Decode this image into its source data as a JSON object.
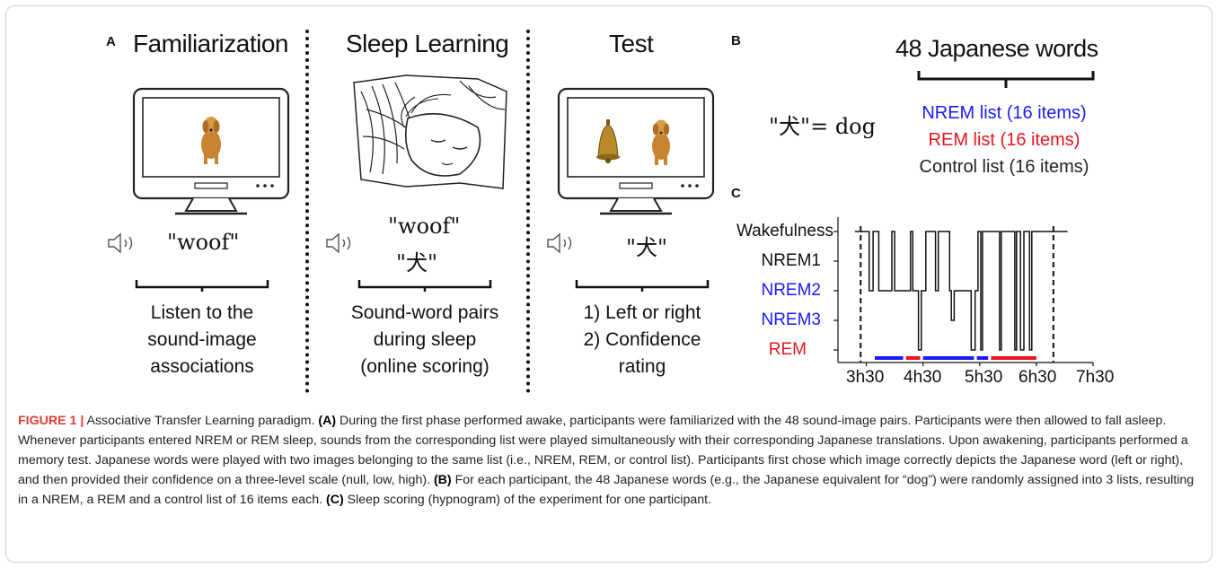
{
  "panel_a": {
    "label": "A",
    "columns": [
      {
        "title": "Familiarization",
        "sound": "\"woof\"",
        "word": "",
        "desc": [
          "Listen to the",
          "sound-image",
          "associations"
        ]
      },
      {
        "title": "Sleep Learning",
        "sound": "\"woof\"",
        "word": "\"犬\"",
        "desc": [
          "Sound-word pairs",
          "during sleep",
          "(online scoring)"
        ]
      },
      {
        "title": "Test",
        "sound": "",
        "word": "\"犬\"",
        "desc": [
          "1) Left or right",
          "2) Confidence",
          "rating"
        ]
      }
    ],
    "icons": [
      "dog-image",
      "sleeping-person-drawing",
      "bell-image",
      "speaker-icon",
      "monitor-icon"
    ]
  },
  "panel_b": {
    "label": "B",
    "title": "48 Japanese words",
    "equation": "\"犬\"= dog",
    "lists": [
      {
        "text": "NREM list (16 items)",
        "color": "#1a1aff"
      },
      {
        "text": "REM list (16 items)",
        "color": "#e8141e"
      },
      {
        "text": "Control list (16 items)",
        "color": "#222222"
      }
    ]
  },
  "panel_c": {
    "label": "C",
    "stage_labels": [
      {
        "text": "Wakefulness",
        "color": "#111111"
      },
      {
        "text": "NREM1",
        "color": "#111111"
      },
      {
        "text": "NREM2",
        "color": "#1a1aff"
      },
      {
        "text": "NREM3",
        "color": "#1a1aff"
      },
      {
        "text": "REM",
        "color": "#e8141e"
      }
    ],
    "x_ticks": [
      "3h30",
      "4h30",
      "5h30",
      "6h30",
      "7h30"
    ],
    "chart_data": {
      "type": "line",
      "title": "",
      "xlabel": "",
      "ylabel": "",
      "x_ticks": [
        "3h30",
        "4h30",
        "5h30",
        "6h30",
        "7h30"
      ],
      "y_categories": [
        "Wakefulness",
        "NREM1",
        "NREM2",
        "NREM3",
        "REM"
      ],
      "series": [
        {
          "x": [
            3.3,
            3.55,
            3.55,
            3.62,
            3.62,
            3.72,
            3.72,
            3.95,
            3.95,
            4.0,
            4.0,
            4.28,
            4.28,
            4.32,
            4.32,
            4.42,
            4.42,
            4.47,
            4.47,
            4.55,
            4.55,
            4.72,
            4.72,
            4.77,
            4.77,
            4.97,
            4.97,
            5.0,
            5.0,
            5.05,
            5.05,
            5.35,
            5.35,
            5.42,
            5.42,
            5.47,
            5.47,
            5.52,
            5.52,
            5.55,
            5.55,
            5.85,
            5.85,
            5.88,
            5.88,
            6.12,
            6.12,
            6.15,
            6.15,
            6.22,
            6.22,
            6.28,
            6.28,
            6.38,
            6.38,
            6.42,
            6.42,
            6.52,
            6.52,
            6.55,
            6.55,
            6.78,
            6.78,
            7.05
          ],
          "y": [
            "Wakefulness",
            "Wakefulness",
            "NREM2",
            "NREM2",
            "Wakefulness",
            "Wakefulness",
            "NREM2",
            "NREM2",
            "Wakefulness",
            "Wakefulness",
            "NREM2",
            "NREM2",
            "Wakefulness",
            "Wakefulness",
            "NREM2",
            "NREM2",
            "REM",
            "REM",
            "NREM2",
            "NREM2",
            "Wakefulness",
            "Wakefulness",
            "NREM2",
            "NREM2",
            "Wakefulness",
            "Wakefulness",
            "NREM2",
            "NREM2",
            "NREM3",
            "NREM3",
            "NREM2",
            "NREM2",
            "REM",
            "REM",
            "NREM2",
            "NREM2",
            "Wakefulness",
            "Wakefulness",
            "REM",
            "REM",
            "Wakefulness",
            "Wakefulness",
            "REM",
            "REM",
            "Wakefulness",
            "Wakefulness",
            "REM",
            "REM",
            "Wakefulness",
            "Wakefulness",
            "REM",
            "REM",
            "Wakefulness",
            "Wakefulness",
            "REM",
            "REM",
            "Wakefulness",
            "Wakefulness",
            "Wakefulness",
            "Wakefulness",
            "Wakefulness",
            "Wakefulness",
            "Wakefulness",
            "Wakefulness"
          ]
        }
      ],
      "markers": [
        {
          "type": "dashed-vline",
          "x": 3.4
        },
        {
          "type": "dashed-vline",
          "x": 6.8
        }
      ],
      "stimulation_bars": [
        {
          "from": 3.65,
          "to": 4.15,
          "list": "NREM",
          "color": "#1a1aff"
        },
        {
          "from": 4.2,
          "to": 4.45,
          "list": "REM",
          "color": "#e8141e"
        },
        {
          "from": 4.5,
          "to": 5.4,
          "list": "NREM",
          "color": "#1a1aff"
        },
        {
          "from": 5.45,
          "to": 5.65,
          "list": "NREM",
          "color": "#1a1aff"
        },
        {
          "from": 5.7,
          "to": 6.5,
          "list": "REM",
          "color": "#e8141e"
        }
      ],
      "xlim": [
        3.0,
        7.5
      ],
      "grid": false
    }
  },
  "caption": {
    "fig": "FIGURE 1 |",
    "intro": " Associative Transfer Learning paradigm. ",
    "a_label": "(A)",
    "a_text": " During the first phase performed awake, participants were familiarized with the 48 sound-image pairs. Participants were then allowed to fall asleep. Whenever participants entered NREM or REM sleep, sounds from the corresponding list were played simultaneously with their corresponding Japanese translations. Upon awakening, participants performed a memory test. Japanese words were played with two images belonging to the same list (i.e., NREM, REM, or control list). Participants first chose which image correctly depicts the Japanese word (left or right), and then provided their confidence on a three-level scale (null, low, high). ",
    "b_label": "(B)",
    "b_text": " For each participant, the 48 Japanese words (e.g., the Japanese equivalent for “dog”) were randomly assigned into 3 lists, resulting in a NREM, a REM and a control list of 16 items each. ",
    "c_label": "(C)",
    "c_text": " Sleep scoring (hypnogram) of the experiment for one participant."
  }
}
